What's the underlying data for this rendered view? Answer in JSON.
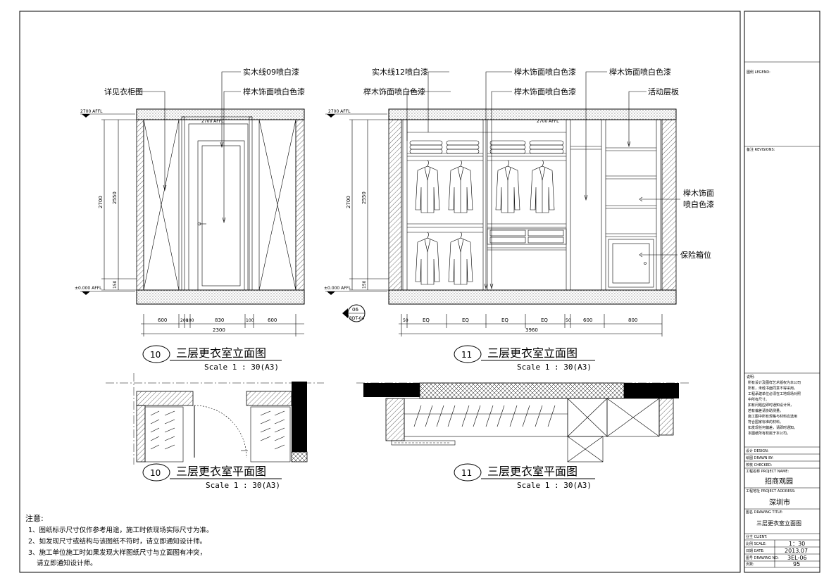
{
  "elev10": {
    "labels": {
      "wardrobe_detail": "详见衣柜图",
      "solid_wood_09": "实木线09喷白漆",
      "beech_white_1": "榉木饰面喷白色漆"
    },
    "levels": {
      "top": "2700 AFFL",
      "door_top": "2700 AFFL",
      "floor": "±0.000 AFFL"
    },
    "dims_vertical": [
      "2700",
      "2550",
      "150"
    ],
    "dims_horizontal": [
      "600",
      "200",
      "100",
      "830",
      "100",
      "600"
    ],
    "dim_total": "2300",
    "number": "10",
    "title": "三层更衣室立面图",
    "scale": "Scale 1 : 30(A3)"
  },
  "elev11": {
    "labels": {
      "solid_wood_12": "实木线12喷白漆",
      "beech_white_left": "榉木饰面喷白色漆",
      "beech_white_mid_1": "榉木饰面喷白色漆",
      "beech_white_mid_2": "榉木饰面喷白色漆",
      "beech_white_right": "榉木饰面喷白色漆",
      "movable_shelf": "活动层板",
      "beech_side_1": "榉木饰面",
      "beech_side_2": "喷白色漆",
      "safe_position": "保险箱位"
    },
    "levels": {
      "top": "2700 AFFL",
      "inner_top": "2700 AFFL",
      "floor": "±0.000 AFFL"
    },
    "dims_vertical": [
      "2700",
      "2550",
      "150"
    ],
    "dims_horizontal": [
      "50",
      "EQ",
      "EQ",
      "EQ",
      "EQ",
      "50",
      "600",
      "800"
    ],
    "dim_total": "3960",
    "section_marker": {
      "num": "06",
      "ref": "3DT-04"
    },
    "number": "11",
    "title": "三层更衣室立面图",
    "scale": "Scale 1 : 30(A3)"
  },
  "plan10": {
    "number": "10",
    "title": "三层更衣室平面图",
    "scale": "Scale 1 : 30(A3)"
  },
  "plan11": {
    "number": "11",
    "title": "三层更衣室平面图",
    "scale": "Scale 1 : 30(A3)"
  },
  "notes": {
    "heading": "注意:",
    "items": [
      "1、图纸标示尺寸仅作参考用途，施工时依现场实际尺寸为准。",
      "2、如发现尺寸或结构与该图纸不符时，请立即通知设计师。",
      "3、施工单位施工时如果发现大样图纸尺寸与立面图有冲突，",
      "请立即通知设计师。"
    ]
  },
  "title_block": {
    "legend": "图例 LEGEND:",
    "revisions": "备注 REVISIONS:",
    "remarks_heading": "说明:",
    "remarks": [
      "所有设计及图样艺术版权为本公司",
      "所有，未经书面同意不得采用。",
      "工程承建单位必须在工地现场对照",
      "中所有尺寸。",
      "如有问题应即时通知设计师，",
      "若有偏差请协助测量。",
      "施工图中所有规格与材料应选用",
      "符合国家标准的材料。",
      "如发现任何偏差，请即时通知。",
      "本图纸所有权属于本公司。"
    ],
    "design": "设计 DESIGN:",
    "drawn_by": "绘图 DRAWN BY:",
    "checked": "校核 CHECKED:",
    "project_name_label": "工程名称 PROJECT NAME:",
    "project_name": "招商观园",
    "project_address_label": "工程地址 PROJECT ADDRESS:",
    "project_address": "深圳市",
    "drawing_title_label": "图名 DRAWING TITLE:",
    "drawing_title": "三层更衣室立面图",
    "client_label": "业主 CLIENT:",
    "scale_label": "比例 SCALE:",
    "scale": "1：30",
    "date_label": "日期 DATE:",
    "date": "2013.07",
    "drawing_no_label": "图号 DRAWING NO:",
    "drawing_no": "3EL-06",
    "page_label": "页数:",
    "page": "95"
  }
}
